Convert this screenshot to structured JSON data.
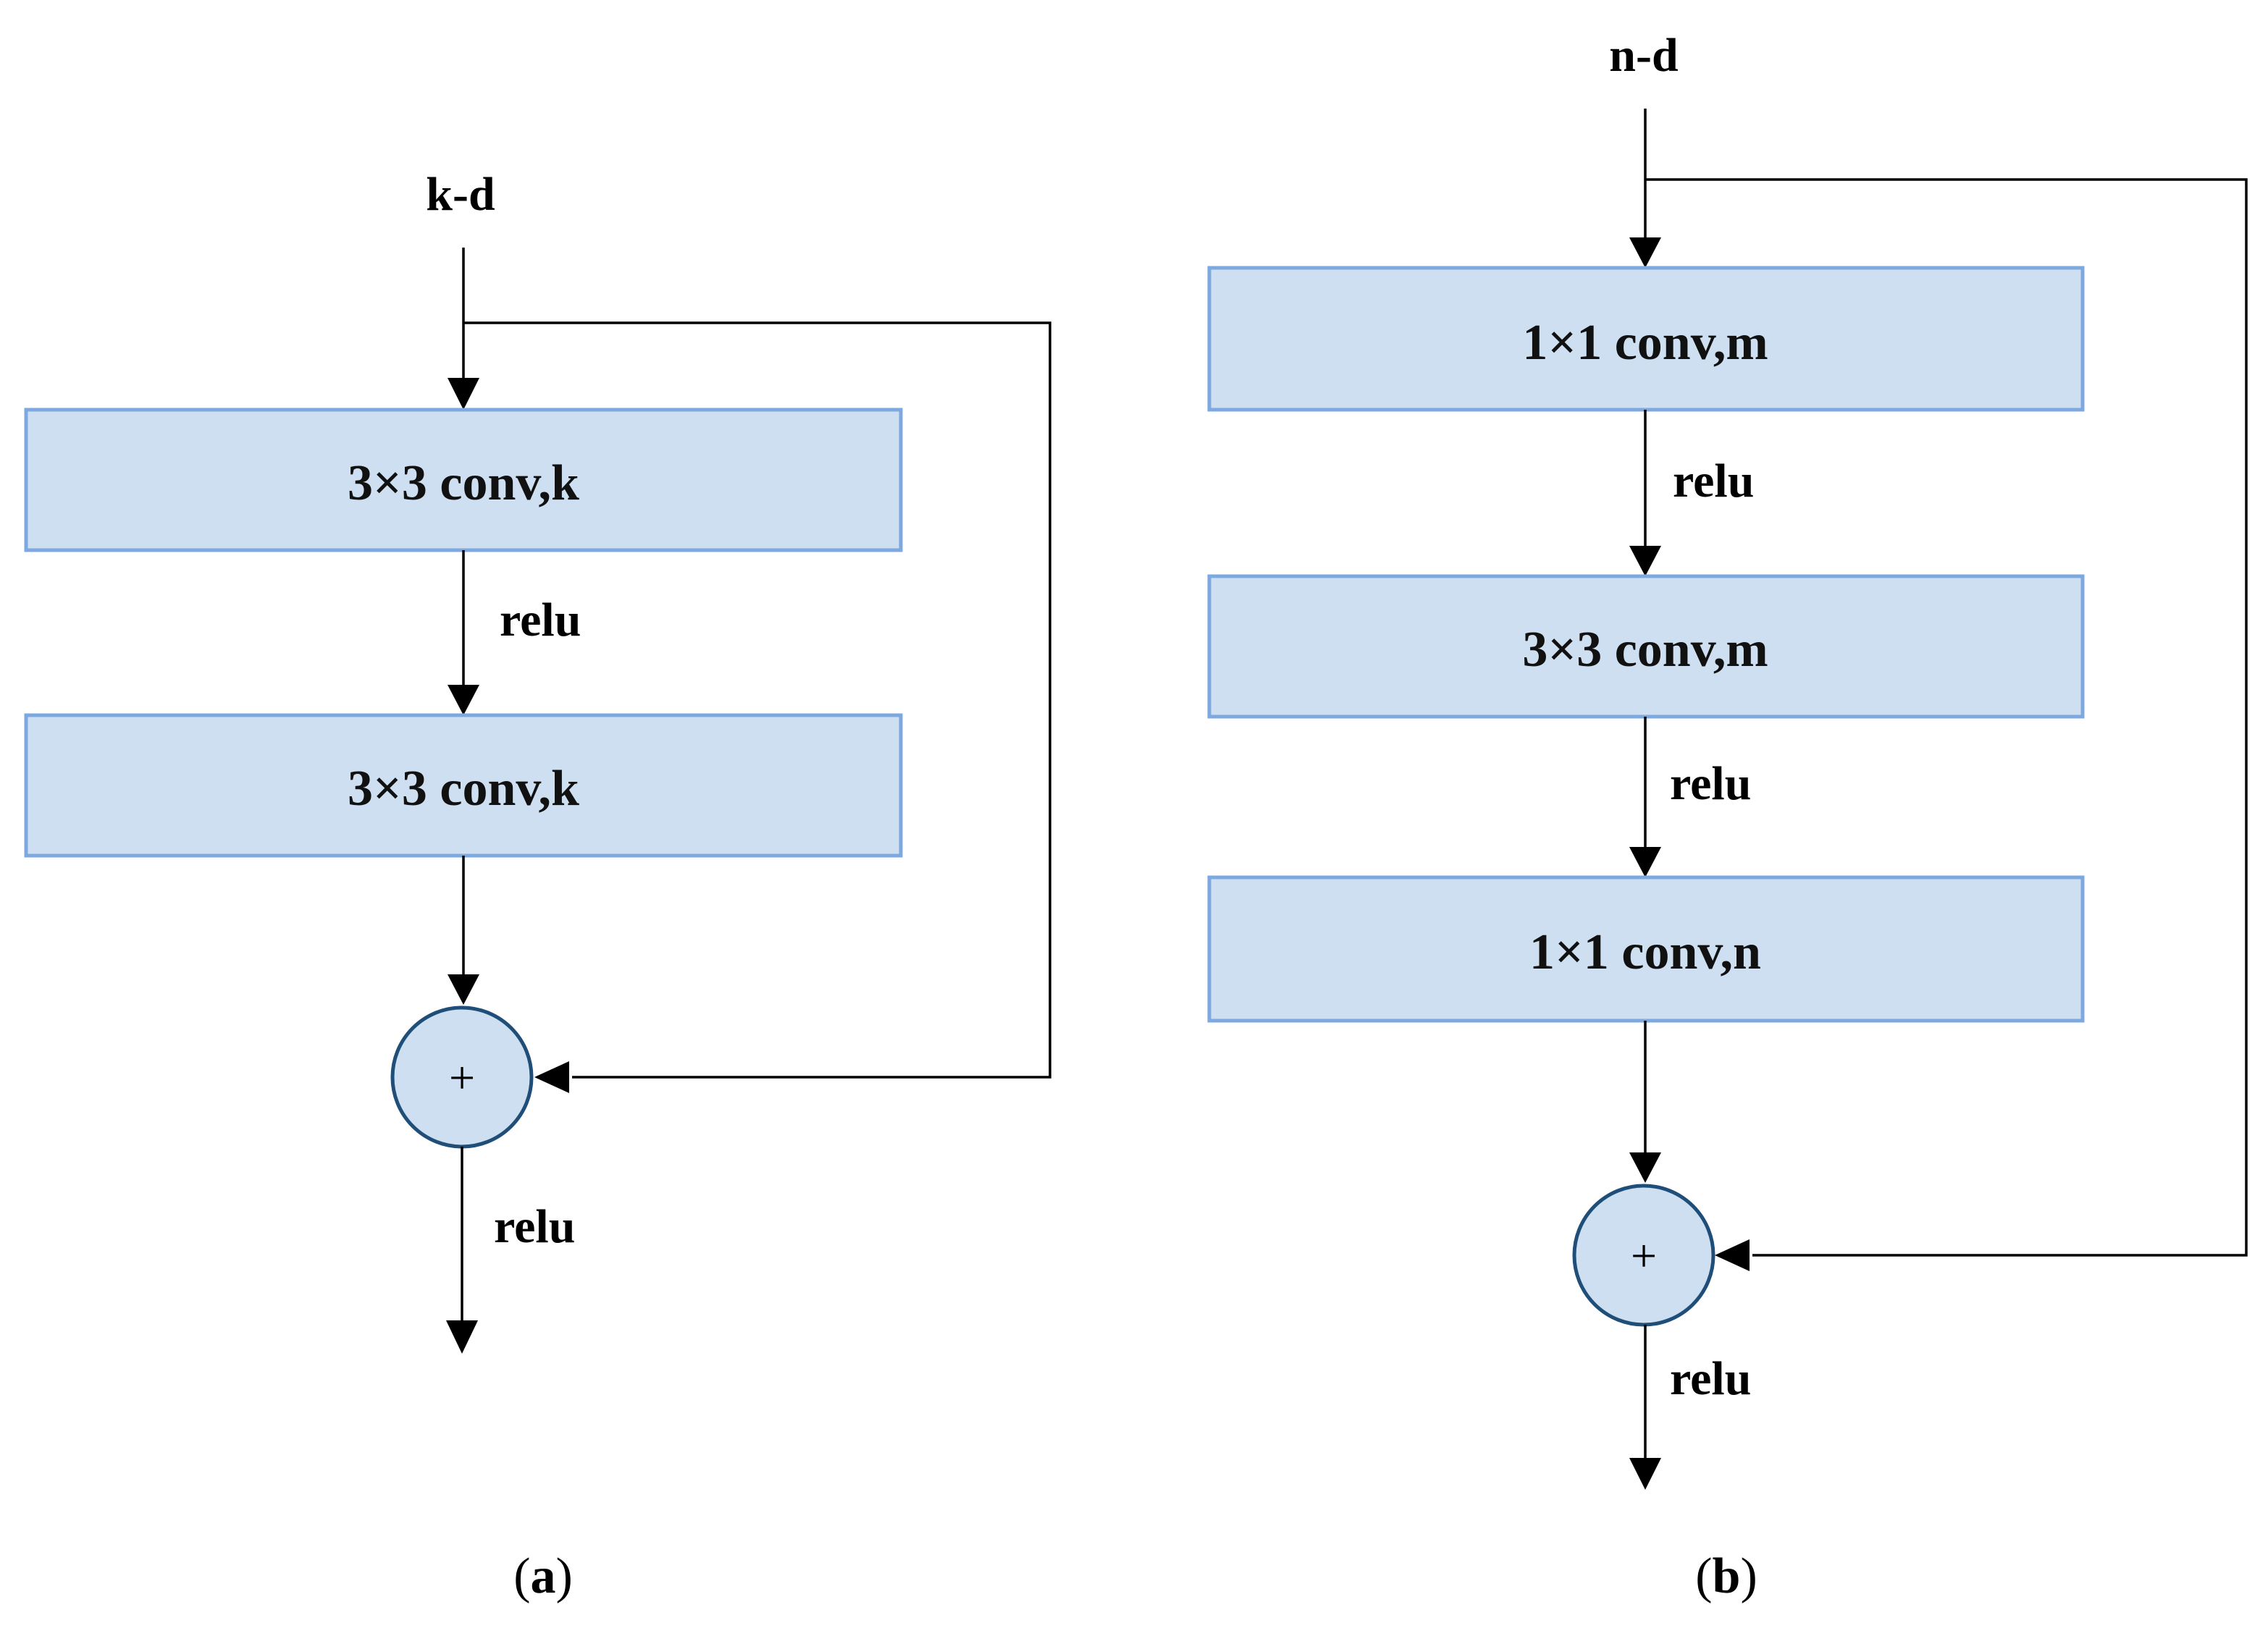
{
  "diagram_a": {
    "input": "k-d",
    "blocks": [
      "3×3 conv,k",
      "3×3 conv,k"
    ],
    "edge_labels": [
      "relu",
      "relu"
    ],
    "sum_symbol": "+",
    "caption_open": "(",
    "caption_letter": "a",
    "caption_close": ")"
  },
  "diagram_b": {
    "input": "n-d",
    "blocks": [
      "1×1 conv,m",
      "3×3 conv,m",
      "1×1 conv,n"
    ],
    "edge_labels": [
      "relu",
      "relu",
      "relu"
    ],
    "sum_symbol": "+",
    "caption_open": "(",
    "caption_letter": "b",
    "caption_close": ")"
  },
  "colors": {
    "block_fill": "#cddff0",
    "block_border": "#7ea8e0",
    "sum_border": "#1f4e79",
    "line": "#000000"
  }
}
